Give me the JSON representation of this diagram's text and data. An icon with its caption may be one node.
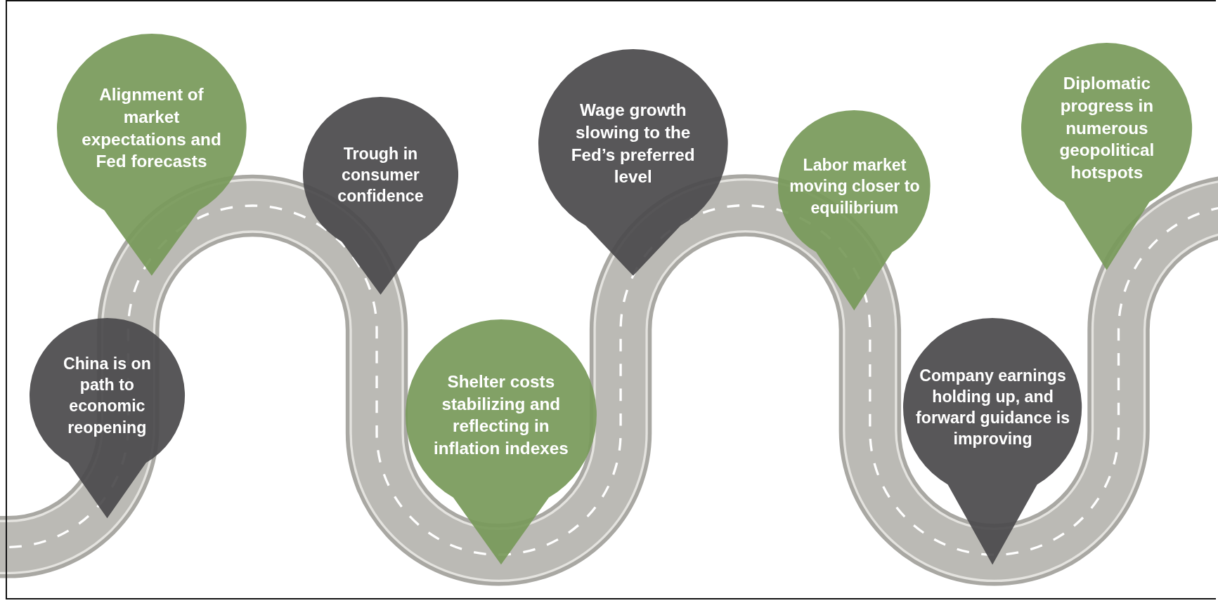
{
  "diagram": {
    "nodes": [
      {
        "text": [
          "China is on path to economic reopening"
        ]
      },
      {
        "text": [
          "Alignment of market expectations and Fed forecasts"
        ]
      },
      {
        "text": [
          "Trough in consumer confidence"
        ]
      },
      {
        "text": [
          "Shelter costs stabilizing and reflecting in inflation indexes"
        ]
      },
      {
        "text": [
          "Wage growth slowing to the Fed’s preferred level"
        ]
      },
      {
        "text": [
          "Labor market moving closer to equilibrium"
        ]
      },
      {
        "text": [
          "Company earnings holding up, and forward guidance is improving"
        ]
      },
      {
        "text": [
          "Diplomatic progress in numerous geopolitical hotspots"
        ]
      }
    ]
  }
}
